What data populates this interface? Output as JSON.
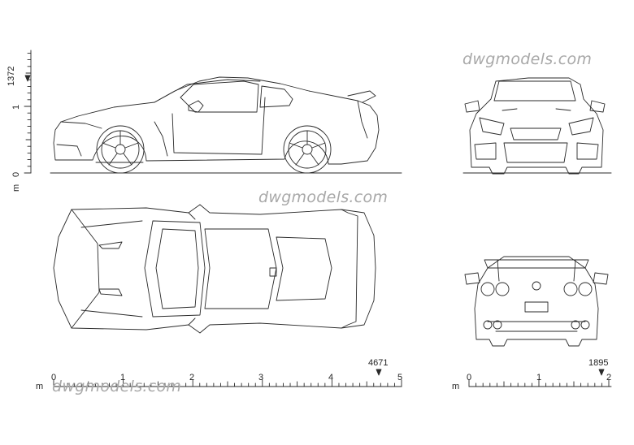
{
  "watermark": "dwgmodels.com",
  "vertical_scale": {
    "unit": "m",
    "ticks": [
      "0",
      "1"
    ],
    "marker_value": "1372"
  },
  "horizontal_scale_main": {
    "unit": "m",
    "ticks": [
      "0",
      "1",
      "2",
      "3",
      "4",
      "5"
    ],
    "marker_value": "4671"
  },
  "horizontal_scale_small": {
    "unit": "m",
    "ticks": [
      "0",
      "1",
      "2"
    ],
    "marker_value": "1895"
  },
  "colors": {
    "line": "#2a2a2a",
    "watermark": "#a9a9a9"
  }
}
